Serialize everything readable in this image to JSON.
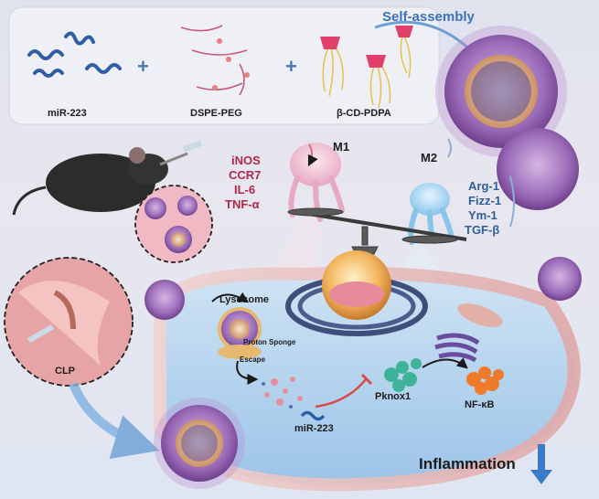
{
  "top_panel": {
    "components": [
      {
        "label": "miR-223"
      },
      {
        "label": "DSPE-PEG"
      },
      {
        "label": "β-CD-PDPA"
      }
    ],
    "plus_sign": "+",
    "self_assembly_label": "Self-assembly"
  },
  "macrophages": {
    "m1_label": "M1",
    "m2_label": "M2",
    "m1_markers": [
      "iNOS",
      "CCR7",
      "IL-6",
      "TNF-α"
    ],
    "m2_markers": [
      "Arg-1",
      "Fizz-1",
      "Ym-1",
      "TGF-β"
    ]
  },
  "cell": {
    "lysosome_label": "Lysosome",
    "proton_sponge_label": "Proton Sponge",
    "escape_label": "Escape",
    "mirna_label": "miR-223",
    "pknox_label": "Pknox1",
    "nfkb_label": "NF-κB",
    "inflammation_label": "Inflammation"
  },
  "model": {
    "clp_label": "CLP"
  },
  "colors": {
    "m1_red": "#b0284a",
    "m2_blue": "#2f5f9a",
    "nanoparticle": "#8e5fa8",
    "arrow_blue": "#3a7bc8"
  }
}
